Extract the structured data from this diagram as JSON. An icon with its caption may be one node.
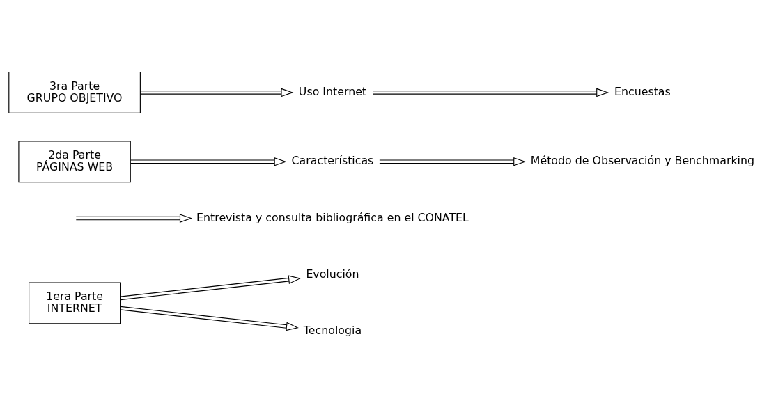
{
  "diagram": {
    "nodes": [
      {
        "text": [
          "1era Parte",
          "INTERNET"
        ]
      },
      {
        "text": [
          "Evolución"
        ]
      },
      {
        "text": [
          "Tecnologia"
        ]
      },
      {
        "text": [
          "Entrevista y consulta bibliográfica en el CONATEL"
        ]
      },
      {
        "text": [
          "2da Parte",
          "PÁGINAS WEB"
        ]
      },
      {
        "text": [
          "Características"
        ]
      },
      {
        "text": [
          "Método de Observación y Benchmarking"
        ]
      },
      {
        "text": [
          "3ra Parte",
          "GRUPO OBJETIVO"
        ]
      },
      {
        "text": [
          "Uso Internet"
        ]
      },
      {
        "text": [
          "Encuestas"
        ]
      }
    ],
    "edges": [
      {
        "from": 0,
        "to": 1,
        "arrow": "to"
      },
      {
        "from": 0,
        "to": 2,
        "arrow": "to"
      },
      {
        "from": null,
        "to": 3,
        "arrow": "to"
      },
      {
        "from": 4,
        "to": 5,
        "arrow": "to"
      },
      {
        "from": 5,
        "to": 6,
        "arrow": "to"
      },
      {
        "from": 7,
        "to": 8,
        "arrow": "to"
      },
      {
        "from": 8,
        "to": 9,
        "arrow": "to"
      }
    ]
  }
}
